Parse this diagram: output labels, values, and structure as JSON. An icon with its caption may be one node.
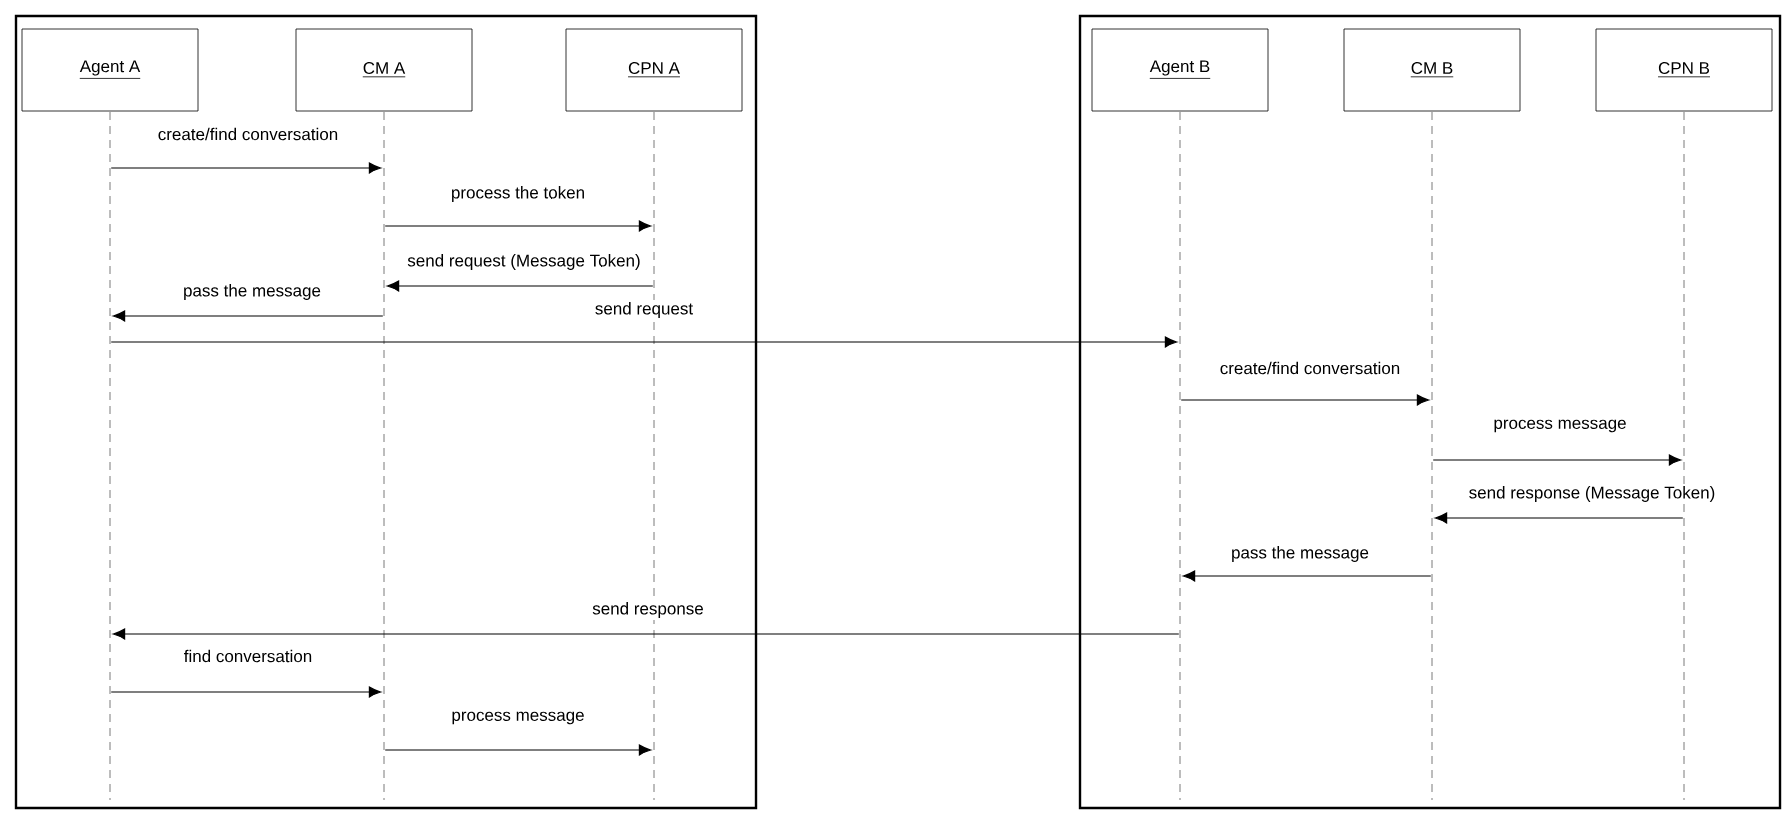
{
  "diagram": {
    "nodes": [
      {
        "text": [],
        "shape": "box"
      },
      {
        "text": [
          "Agent A"
        ],
        "in": 0
      },
      {
        "text": [
          "CM A"
        ],
        "in": 0
      },
      {
        "text": [
          "CPN A"
        ],
        "in": 0
      },
      {
        "text": [],
        "shape": "box"
      },
      {
        "text": [
          "Agent B"
        ],
        "in": 4
      },
      {
        "text": [
          "CM B"
        ],
        "in": 4
      },
      {
        "text": [
          "CPN B"
        ],
        "in": 4
      },
      {
        "text": [],
        "shape": "line",
        "in": 0
      },
      {
        "text": [],
        "shape": "line",
        "in": 0
      },
      {
        "text": [],
        "shape": "line",
        "in": 0
      },
      {
        "text": [],
        "shape": "line",
        "in": 4
      },
      {
        "text": [],
        "shape": "line",
        "in": 4
      },
      {
        "text": [],
        "shape": "line",
        "in": 4
      }
    ],
    "edges": [
      {
        "from": 8,
        "to": 9,
        "arrow": "to",
        "label": "create/find conversation"
      },
      {
        "from": 9,
        "to": 10,
        "arrow": "to",
        "label": "process the token"
      },
      {
        "from": 10,
        "to": 9,
        "arrow": "to",
        "label": "send request (Message Token)"
      },
      {
        "from": 9,
        "to": 8,
        "arrow": "to",
        "label": "pass the message"
      },
      {
        "from": 8,
        "to": 11,
        "arrow": "to",
        "label": "send request"
      },
      {
        "from": 11,
        "to": 12,
        "arrow": "to",
        "label": "create/find conversation"
      },
      {
        "from": 12,
        "to": 13,
        "arrow": "to",
        "label": "process message"
      },
      {
        "from": 13,
        "to": 12,
        "arrow": "to",
        "label": "send response (Message Token)"
      },
      {
        "from": 12,
        "to": 11,
        "arrow": "to",
        "label": "pass the message"
      },
      {
        "from": 11,
        "to": 8,
        "arrow": "to",
        "label": "send response"
      },
      {
        "from": 8,
        "to": 9,
        "arrow": "to",
        "label": "find conversation"
      },
      {
        "from": 9,
        "to": 10,
        "arrow": "to",
        "label": "process message"
      }
    ]
  }
}
